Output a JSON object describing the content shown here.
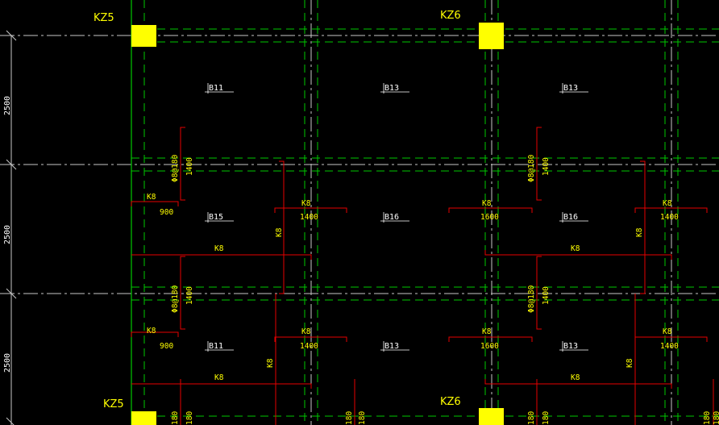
{
  "colors": {
    "background": "#000000",
    "beam_line": "#00c800",
    "axis_line": "#c8c8c8",
    "rebar_line": "#e60000",
    "column_fill": "#ffff00",
    "text_yellow": "#ffff00",
    "text_white": "#ffffff"
  },
  "columns": [
    {
      "label": "KZ5"
    },
    {
      "label": "KZ6"
    },
    {
      "label": "KZ5"
    },
    {
      "label": "KZ6"
    }
  ],
  "dimensions": [
    {
      "label": "2500"
    },
    {
      "label": "2500"
    },
    {
      "label": "2500"
    }
  ],
  "slabs": [
    {
      "label": "B11"
    },
    {
      "label": "B13"
    },
    {
      "label": "B13"
    },
    {
      "label": "B15"
    },
    {
      "label": "B16"
    },
    {
      "label": "B16"
    },
    {
      "label": "B11"
    },
    {
      "label": "B13"
    },
    {
      "label": "B13"
    }
  ],
  "rebars": {
    "spec": "K8",
    "tags": [
      {
        "label": "K8",
        "length": "900"
      },
      {
        "label": "K8",
        "length": "1400"
      },
      {
        "label": "K8",
        "length": "1600"
      },
      {
        "label": "K8",
        "length": "1400"
      },
      {
        "label": "K8",
        "length": ""
      },
      {
        "label": "K8",
        "length": ""
      },
      {
        "label": "K8",
        "length": "900"
      },
      {
        "label": "K8",
        "length": "1400"
      },
      {
        "label": "K8",
        "length": "1600"
      },
      {
        "label": "K8",
        "length": "1400"
      },
      {
        "label": "K8",
        "length": ""
      },
      {
        "label": "K8",
        "length": ""
      }
    ],
    "vertical_tags": [
      {
        "label": "K8"
      },
      {
        "label": "K8"
      },
      {
        "label": "K8"
      },
      {
        "label": "K8"
      }
    ],
    "support_bars": [
      {
        "label": "Φ8@180",
        "length": "1400"
      },
      {
        "label": "Φ8@180",
        "length": "1400"
      },
      {
        "label": "Φ8@180",
        "length": "1400"
      },
      {
        "label": "Φ8@180",
        "length": "1400"
      }
    ],
    "bottom_cut_labels": [
      "180",
      "180",
      "180",
      "180",
      "180",
      "180",
      "180",
      "180"
    ]
  }
}
